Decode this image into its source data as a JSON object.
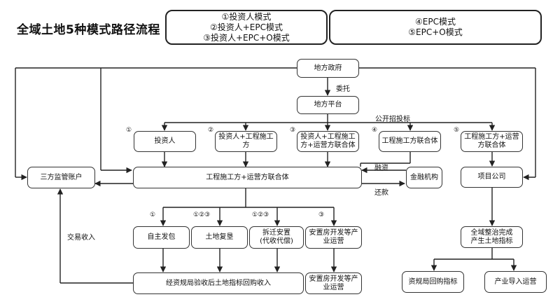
{
  "title": "全域土地5种模式路径流程",
  "mode_box_left": [
    "①投资人模式",
    "②投资人+EPC模式",
    "③投资人+EPC+O模式"
  ],
  "mode_box_right": [
    "④EPC模式",
    "⑤EPC+O模式"
  ],
  "nodes": {
    "gov": "地方政府",
    "platform": "地方平台",
    "investor": "投资人",
    "investor_epc": "投资人+工程施工方",
    "investor_epc_op": "投资人+工程施工方+运营方联合体",
    "epc_union": "工程施工方联合体",
    "epc_op_union": "工程施工方+运营方联合体",
    "main_union": "工程施工方+运营方联合体",
    "escrow": "三方监管账户",
    "finance": "金融机构",
    "project_company": "项目公司",
    "self_build": "自主发包",
    "land_reclaim": "土地复垦",
    "relocation": "拆迁安置\n(代收代偿)",
    "housing_dev": "安置房开发等产业运营",
    "bureau_income": "经资规局验收后土地指标回购收入",
    "housing_dev2": "安置房开发等产业运营",
    "land_complete": "全域整治完成\n产生土地指标",
    "bureau_buyback": "资规局回购指标",
    "industry_ops": "产业导入运营"
  },
  "labels": {
    "entrust": "委托",
    "tender": "公开招投标",
    "financing": "融资",
    "repay": "还款",
    "trade_income": "交易收入"
  },
  "markers": {
    "m1": "①",
    "m2": "②",
    "m3": "③",
    "m4": "④",
    "m5": "⑤",
    "b1": "①",
    "b2": "①②③",
    "b3": "①②③",
    "b4": "③"
  }
}
